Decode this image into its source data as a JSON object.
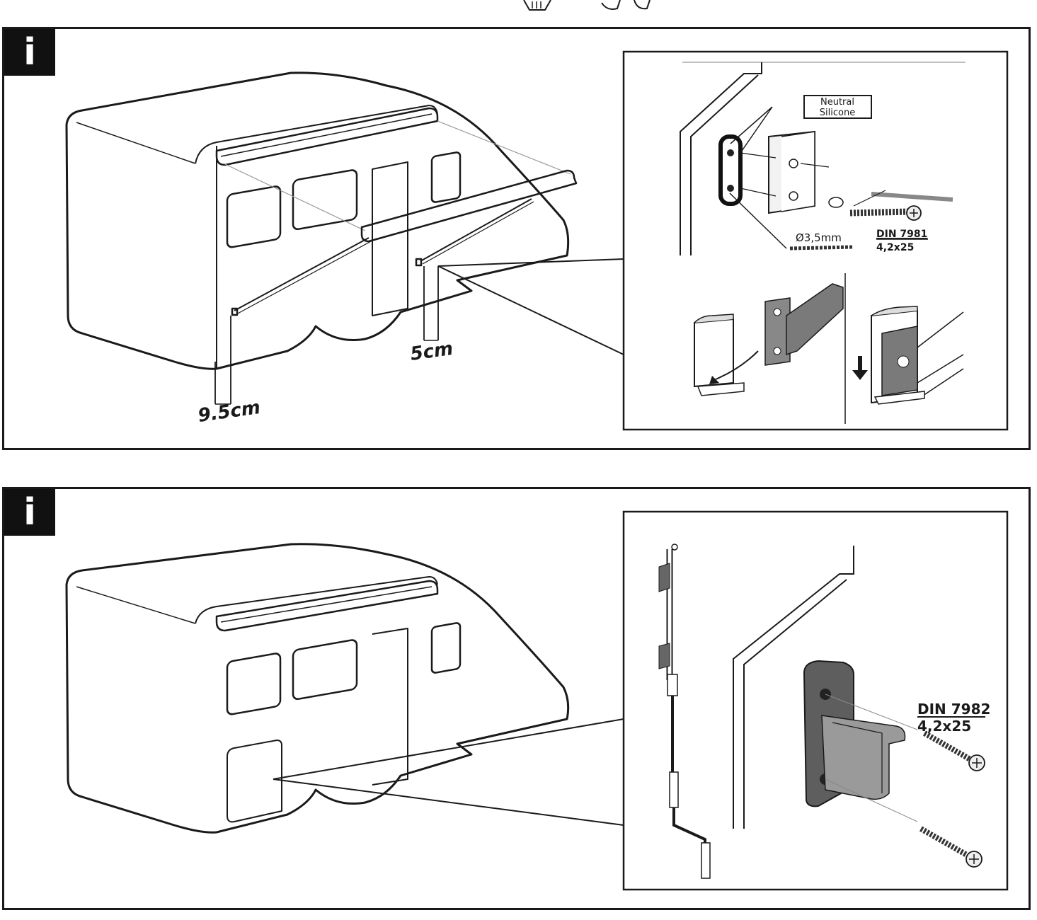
{
  "panels": [
    {
      "badge": "i",
      "labels": {
        "dim_left": "9.5cm",
        "dim_right": "5cm",
        "silicone_line1": "Neutral",
        "silicone_line2": "Silicone",
        "drill": "Ø3,5mm",
        "screw_std": "DIN 7981",
        "screw_size": "4,2x25"
      }
    },
    {
      "badge": "i",
      "labels": {
        "screw_std": "DIN 7982",
        "screw_size": "4,2x25"
      }
    }
  ],
  "colors": {
    "ink": "#1a1a1a",
    "part_fill": "#9a9a9a",
    "part_dark": "#5a5a5a",
    "bg": "#ffffff"
  },
  "icons": [
    "info-icon",
    "caravan-awning-illustration",
    "bracket-detail-illustration",
    "crank-handle-clip-illustration",
    "screw-icon",
    "arrow-down-icon"
  ]
}
